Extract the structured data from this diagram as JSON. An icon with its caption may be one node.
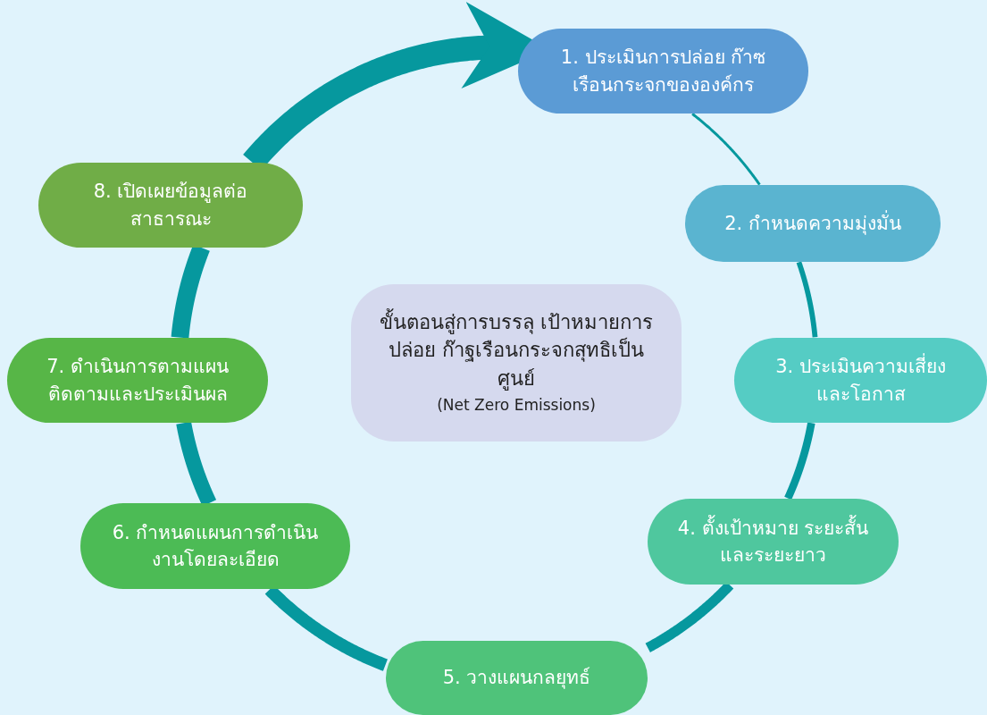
{
  "diagram": {
    "nodes": [
      {
        "text": [
          "1. ประเมินการปล่อย ก๊าซเรือนกระจกขององค์กร"
        ]
      },
      {
        "text": [
          "2. กำหนดความมุ่งมั่น"
        ]
      },
      {
        "text": [
          "3. ประเมินความเสี่ยง และโอกาส"
        ]
      },
      {
        "text": [
          "4. ตั้งเป้าหมาย ระยะสั้นและระยะยาว"
        ]
      },
      {
        "text": [
          "5. วางแผนกลยุทธ์"
        ]
      },
      {
        "text": [
          "6. กำหนดแผนการดำเนิน งานโดยละเอียด"
        ]
      },
      {
        "text": [
          "7. ดำเนินการตามแผน ติดตามและประเมินผล"
        ]
      },
      {
        "text": [
          "8. เปิดเผยข้อมูลต่อ สาธารณะ"
        ]
      },
      {
        "text": [
          "ขั้นตอนสู่การบรรลุ เป้าหมายการปล่อย ก๊าฐเรือนกระจกสุทธิเป็นศูนย์",
          "(Net Zero Emissions)"
        ]
      }
    ],
    "edges": [
      {
        "from": 0,
        "to": 1,
        "arrow": "none"
      },
      {
        "from": 1,
        "to": 2,
        "arrow": "none"
      },
      {
        "from": 2,
        "to": 3,
        "arrow": "none"
      },
      {
        "from": 3,
        "to": 4,
        "arrow": "none"
      },
      {
        "from": 4,
        "to": 5,
        "arrow": "none"
      },
      {
        "from": 5,
        "to": 6,
        "arrow": "none"
      },
      {
        "from": 6,
        "to": 7,
        "arrow": "none"
      },
      {
        "from": 7,
        "to": 0,
        "arrow": "to",
        "style": "thick"
      }
    ]
  }
}
